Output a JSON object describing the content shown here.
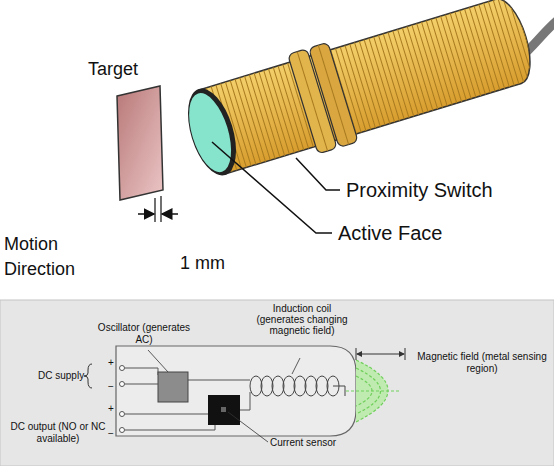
{
  "diagram": {
    "labels": [
      "Target",
      "Motion Direction",
      "1 mm",
      "Proximity Switch",
      "Active Face",
      "Oscillator (generates AC)",
      "Induction coil (generates changing magnetic field)",
      "Magnetic field (metal sensing region)",
      "DC supply",
      "DC output (NO or NC available)",
      "Current sensor",
      "+",
      "−",
      "+",
      "−"
    ]
  }
}
